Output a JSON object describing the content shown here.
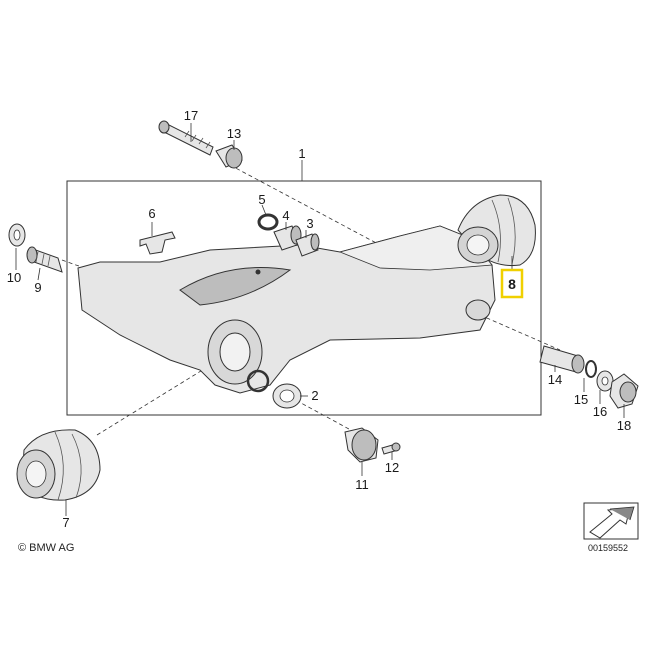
{
  "callouts": [
    {
      "id": "1",
      "label": "1"
    },
    {
      "id": "2",
      "label": "2"
    },
    {
      "id": "3",
      "label": "3"
    },
    {
      "id": "4",
      "label": "4"
    },
    {
      "id": "5",
      "label": "5"
    },
    {
      "id": "6",
      "label": "6"
    },
    {
      "id": "7",
      "label": "7"
    },
    {
      "id": "8",
      "label": "8",
      "highlighted": true
    },
    {
      "id": "9",
      "label": "9"
    },
    {
      "id": "10",
      "label": "10"
    },
    {
      "id": "11",
      "label": "11"
    },
    {
      "id": "12",
      "label": "12"
    },
    {
      "id": "13",
      "label": "13"
    },
    {
      "id": "14",
      "label": "14"
    },
    {
      "id": "15",
      "label": "15"
    },
    {
      "id": "16",
      "label": "16"
    },
    {
      "id": "17",
      "label": "17"
    },
    {
      "id": "18",
      "label": "18"
    }
  ],
  "footer": {
    "copyright": "© BMW AG",
    "image_number": "00159552"
  },
  "colors": {
    "highlight_border": "#f0d000",
    "part_fill": "#e6e6e6",
    "line": "#333333"
  }
}
